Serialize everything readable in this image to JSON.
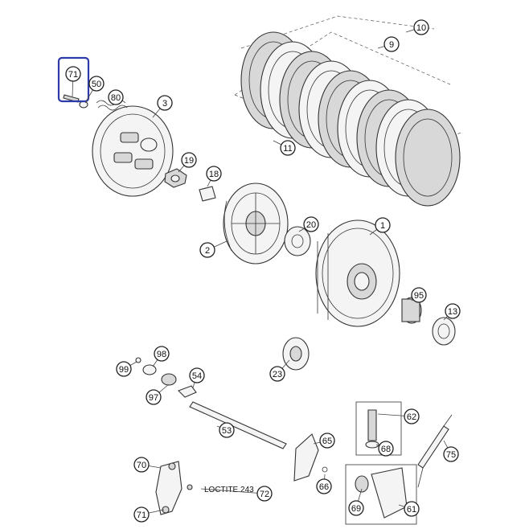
{
  "callouts": [
    "71",
    "50",
    "80",
    "3",
    "10",
    "9",
    "11",
    "19",
    "18",
    "2",
    "20",
    "1",
    "95",
    "13",
    "23",
    "99",
    "98",
    "97",
    "54",
    "53",
    "62",
    "68",
    "75",
    "65",
    "66",
    "70",
    "72",
    "61",
    "69",
    "71"
  ],
  "loctite_label": "LOCTITE 243",
  "colors": {
    "highlight": "#2d3aa8",
    "line": "#333333"
  }
}
